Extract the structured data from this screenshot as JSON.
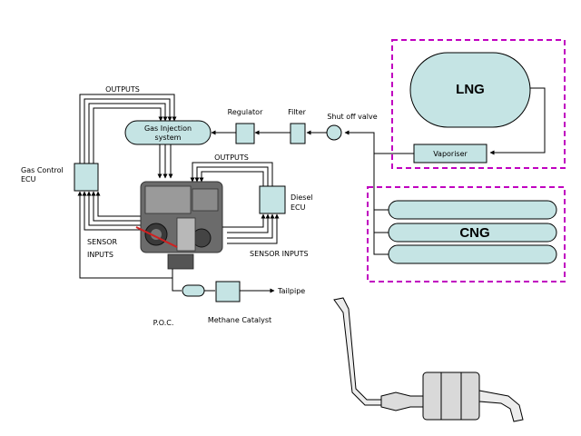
{
  "tanks": {
    "lng": "LNG",
    "cng": "CNG",
    "vaporiser": "Vaporiser"
  },
  "components": {
    "shut_off_valve": "Shut off valve",
    "filter": "Filter",
    "regulator": "Regulator",
    "gas_injection_line1": "Gas Injection",
    "gas_injection_line2": "system",
    "gas_ecu_line1": "Gas Control",
    "gas_ecu_line2": "ECU",
    "diesel_ecu_line1": "Diesel",
    "diesel_ecu_line2": "ECU",
    "poc": "P.O.C.",
    "methane_catalyst": "Methane Catalyst",
    "tailpipe": "Tailpipe"
  },
  "signals": {
    "outputs_gas": "OUTPUTS",
    "outputs_diesel": "OUTPUTS",
    "sensor_gas_line1": "SENSOR",
    "sensor_gas_line2": "INPUTS",
    "sensor_diesel": "SENSOR INPUTS"
  },
  "colors": {
    "component_fill": "#c5e4e4",
    "dashed_border": "#c000c0",
    "arrow": "#000000"
  }
}
